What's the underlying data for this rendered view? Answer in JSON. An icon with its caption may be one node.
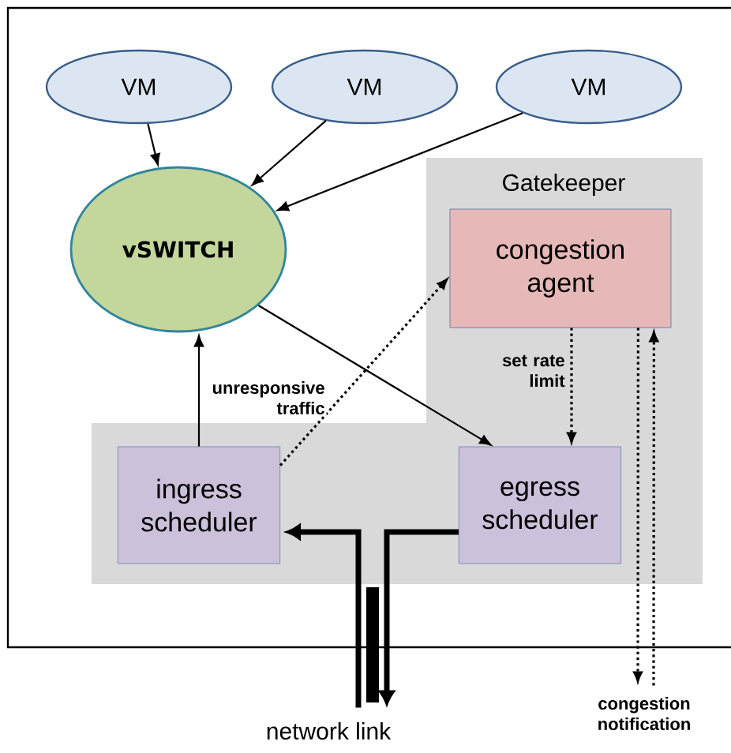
{
  "diagram": {
    "nodes": [
      {
        "text": [
          "VM"
        ]
      },
      {
        "text": [
          "VM"
        ]
      },
      {
        "text": [
          "VM"
        ]
      },
      {
        "text": [
          "vSWITCH"
        ]
      },
      {
        "text": [
          "Gatekeeper"
        ]
      },
      {
        "text": [
          "congestion agent"
        ],
        "in": 4
      },
      {
        "text": [
          "ingress scheduler"
        ],
        "in": 4
      },
      {
        "text": [
          "egress scheduler"
        ],
        "in": 4
      },
      {
        "text": [
          "network link"
        ]
      },
      {
        "text": [
          "congestion notification"
        ]
      }
    ],
    "edges": [
      {
        "from": 0,
        "to": 3,
        "arrow": "to"
      },
      {
        "from": 1,
        "to": 3,
        "arrow": "to"
      },
      {
        "from": 2,
        "to": 3,
        "arrow": "to"
      },
      {
        "from": 3,
        "to": 7,
        "arrow": "to"
      },
      {
        "from": 6,
        "to": 3,
        "arrow": "to"
      },
      {
        "from": 6,
        "to": 5,
        "arrow": "to",
        "style": "dashed",
        "label": "unresponsive traffic"
      },
      {
        "from": 5,
        "to": 7,
        "arrow": "to",
        "style": "dashed",
        "label": "set rate limit"
      },
      {
        "from": 5,
        "to": 9,
        "arrow": "to",
        "style": "dashed"
      },
      {
        "from": 9,
        "to": 5,
        "arrow": "to",
        "style": "dashed"
      },
      {
        "from": 7,
        "to": 8,
        "arrow": "to",
        "style": "thick"
      },
      {
        "from": 8,
        "to": 6,
        "arrow": "to",
        "style": "thick"
      }
    ]
  }
}
